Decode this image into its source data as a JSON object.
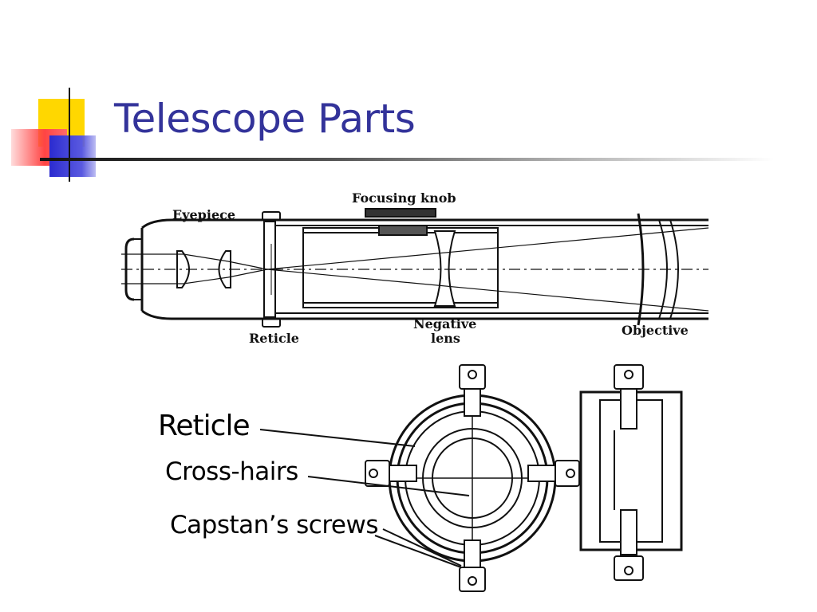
{
  "slide": {
    "title": "Telescope Parts"
  },
  "diagram": {
    "top_labels": {
      "focusing_knob": "Focusing knob",
      "eyepiece": "Eyepiece",
      "reticle": "Reticle",
      "negative_lens_line1": "Negative",
      "negative_lens_line2": "lens",
      "objective": "Objective"
    },
    "callouts": {
      "reticle": "Reticle",
      "cross_hairs": "Cross-hairs",
      "capstan_screws": "Capstan’s screws"
    }
  },
  "colors": {
    "title": "#33339a",
    "deco_yellow": "#ffd700",
    "deco_red": "#ff4d4d",
    "deco_blue": "#3333cc",
    "line": "#111111"
  }
}
